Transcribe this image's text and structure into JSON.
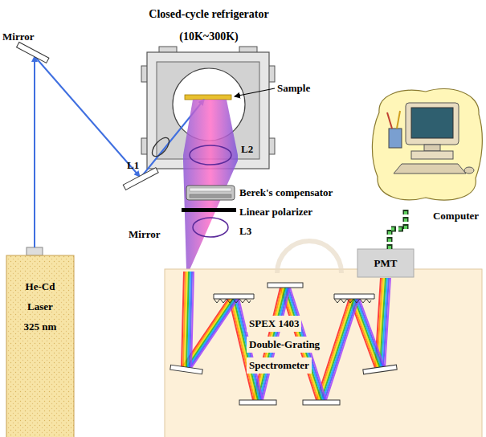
{
  "diagram": {
    "nodes": [
      {
        "text": [
          "Closed-cycle refrigerator",
          "(10K~300K)"
        ]
      },
      {
        "text": [
          "He-Cd",
          "Laser",
          "325 nm"
        ]
      },
      {
        "text": [
          "SPEX 1403",
          "Double-Grating",
          "Spectrometer"
        ]
      },
      {
        "text": [
          "PMT"
        ]
      },
      {
        "text": [
          "Computer"
        ]
      }
    ],
    "edges": [
      {
        "from": 3,
        "to": 4,
        "arrow": "none"
      }
    ],
    "labels": [
      "Sample",
      "Mirror",
      "Mirror",
      "L1",
      "L2",
      "Berek's compensator",
      "Linear polarizer",
      "L3"
    ]
  }
}
